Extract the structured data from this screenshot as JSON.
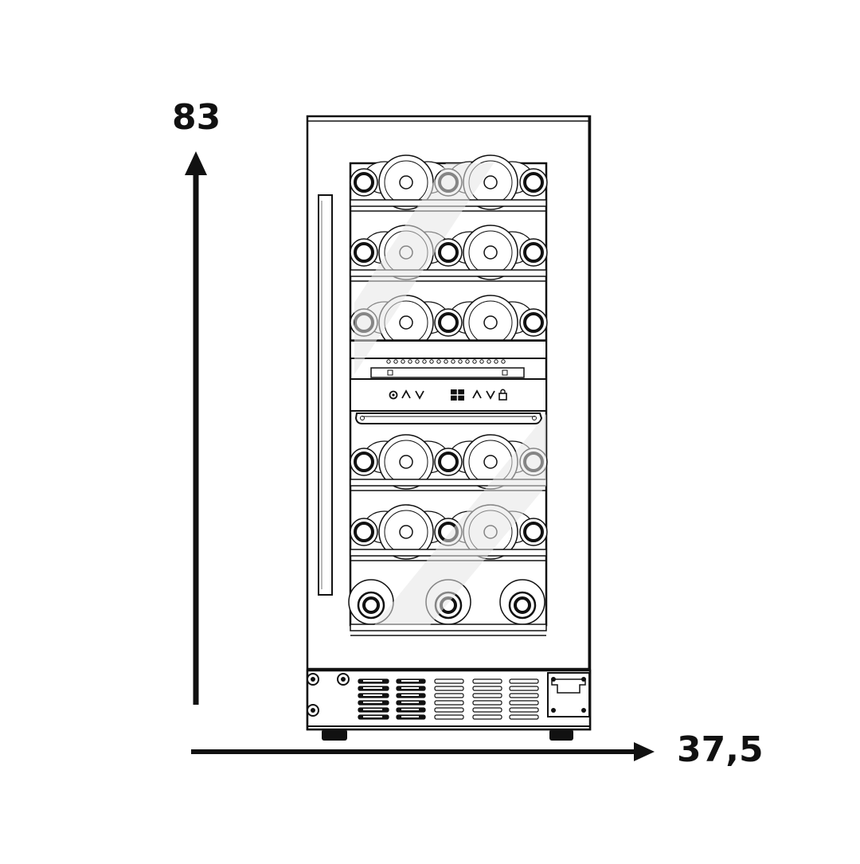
{
  "dimensions": {
    "height_label": "83",
    "width_label": "37,5"
  },
  "appliance": {
    "type": "dual-zone wine cooler",
    "shelf_rows": 6,
    "bottles_per_row": [
      5,
      5,
      5,
      5,
      5,
      3
    ]
  },
  "control_panel": {
    "left_zone_icons": [
      "power-icon",
      "up-arrow-icon",
      "down-arrow-icon"
    ],
    "right_zone_icons": [
      "light-icon",
      "up-arrow-icon",
      "down-arrow-icon",
      "lock-icon"
    ]
  },
  "colors": {
    "line": "#111111",
    "background": "#ffffff",
    "glass_highlight": "#d9d9d9"
  }
}
